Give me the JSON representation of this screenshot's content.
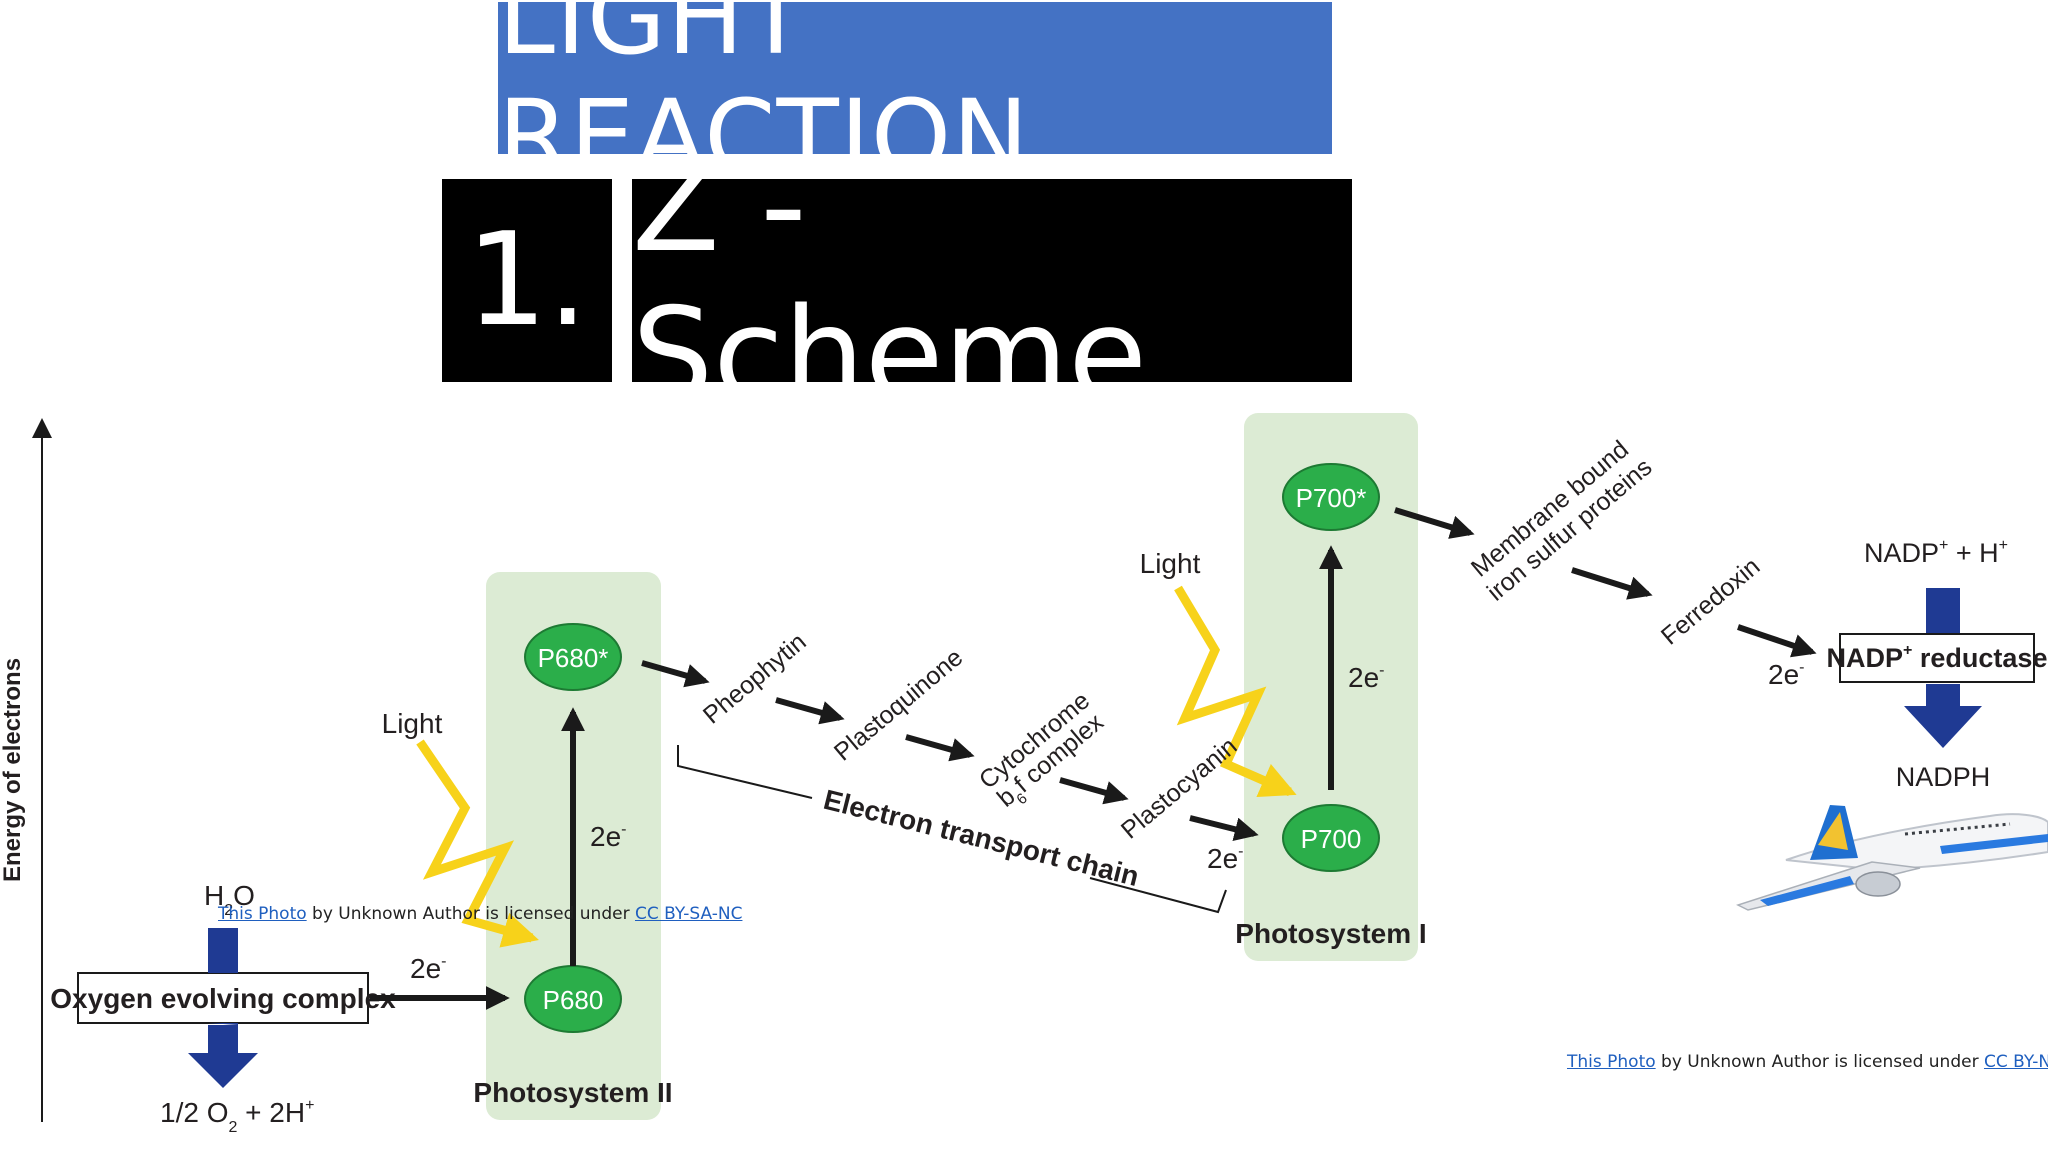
{
  "header": {
    "title": "LIGHT REACTION",
    "number": "1.",
    "subtitle": "Z - Scheme"
  },
  "axis": {
    "ylabel": "Energy of electrons"
  },
  "photosystem2": {
    "label": "Photosystem II",
    "p680": "P680",
    "p680_star": "P680*"
  },
  "photosystem1": {
    "label": "Photosystem I",
    "p700": "P700",
    "p700_star": "P700*"
  },
  "light_labels": {
    "ps2": "Light",
    "ps1": "Light"
  },
  "electron_labels": {
    "oec_to_p680": "2e",
    "ps2_up": "2e",
    "to_p700": "2e",
    "ps1_up": "2e",
    "to_nadp": "2e",
    "superscript": "-"
  },
  "water": {
    "h2o_main": "H",
    "h2o_sub": "2",
    "h2o_tail": "O",
    "products": "1/2 O",
    "products_sub": "2",
    "products_tail": " + 2H",
    "products_sup": "+"
  },
  "oxygen_complex": "Oxygen evolving complex",
  "chain": {
    "pheophytin": "Pheophytin",
    "plastoquinone": "Plastoquinone",
    "cytochrome_line1": "Cytochrome",
    "cytochrome_b": "b",
    "cytochrome_sub": "6",
    "cytochrome_f": "f complex",
    "plastocyanin": "Plastocyanin",
    "etc_label": "Electron transport chain",
    "membrane_line1": "Membrane bound",
    "membrane_line2": "iron sulfur proteins",
    "ferredoxin": "Ferredoxin"
  },
  "nadp": {
    "input": "NADP",
    "input_sup": "+",
    "input_tail": " + H",
    "input_tail_sup": "+",
    "reductase": "NADP",
    "reductase_sup": "+",
    "reductase_tail": " reductase",
    "output": "NADPH"
  },
  "credits": [
    {
      "link1": "This Photo",
      "mid": " by Unknown Author is licensed under ",
      "link2": "CC BY-SA-NC"
    },
    {
      "link1": "This Photo",
      "mid": " by Unknown Author is licensed under ",
      "link2": "CC BY-NC"
    }
  ],
  "colors": {
    "title_bg": "#4472c4",
    "ps_bg": "#dcebd4",
    "node": "#2bae4a",
    "lightning": "#f7d21a",
    "blue_arrow": "#1f3a93"
  }
}
